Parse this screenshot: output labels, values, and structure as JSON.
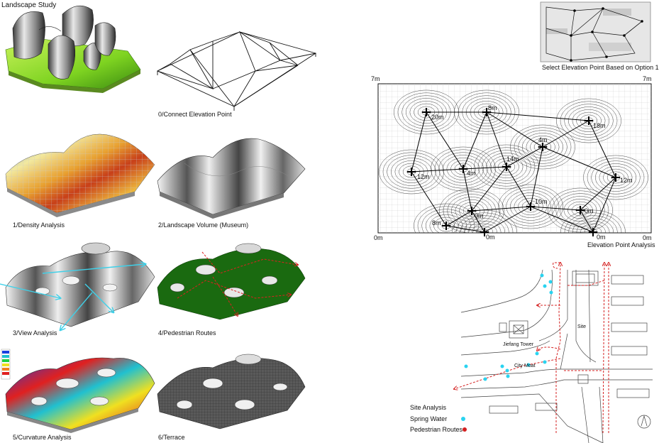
{
  "title": "Landscape Study",
  "steps": [
    {
      "label": "0/Connect Elevation Point"
    },
    {
      "label": "1/Density Analysis"
    },
    {
      "label": "2/Landscape Volume (Museum)"
    },
    {
      "label": "3/View Analysis"
    },
    {
      "label": "4/Pedestrian Routes"
    },
    {
      "label": "5/Curvature Analysis"
    },
    {
      "label": "6/Terrace"
    }
  ],
  "elevation": {
    "inset_caption": "Select Elevation Point Based on Option 1",
    "caption": "Elevation Point Analysis",
    "corner_labels": [
      "7m",
      "7m",
      "0m",
      "0m"
    ],
    "points": [
      {
        "label": "20m"
      },
      {
        "label": "8m"
      },
      {
        "label": "18m"
      },
      {
        "label": "4m"
      },
      {
        "label": "12m"
      },
      {
        "label": "4m"
      },
      {
        "label": "14m"
      },
      {
        "label": "12m"
      },
      {
        "label": "0m"
      },
      {
        "label": "10m"
      },
      {
        "label": "0m"
      },
      {
        "label": "8m"
      },
      {
        "label": "0m"
      },
      {
        "label": "0m"
      }
    ]
  },
  "site": {
    "labels": {
      "site": "Site",
      "tower": "Jiefang Tower",
      "moat": "City Moat"
    },
    "legend": {
      "title": "Site Analysis",
      "spring": "Spring Water",
      "routes": "Pedestrian Routes"
    },
    "colors": {
      "spring": "#29d3f0",
      "route": "#d42020"
    }
  }
}
